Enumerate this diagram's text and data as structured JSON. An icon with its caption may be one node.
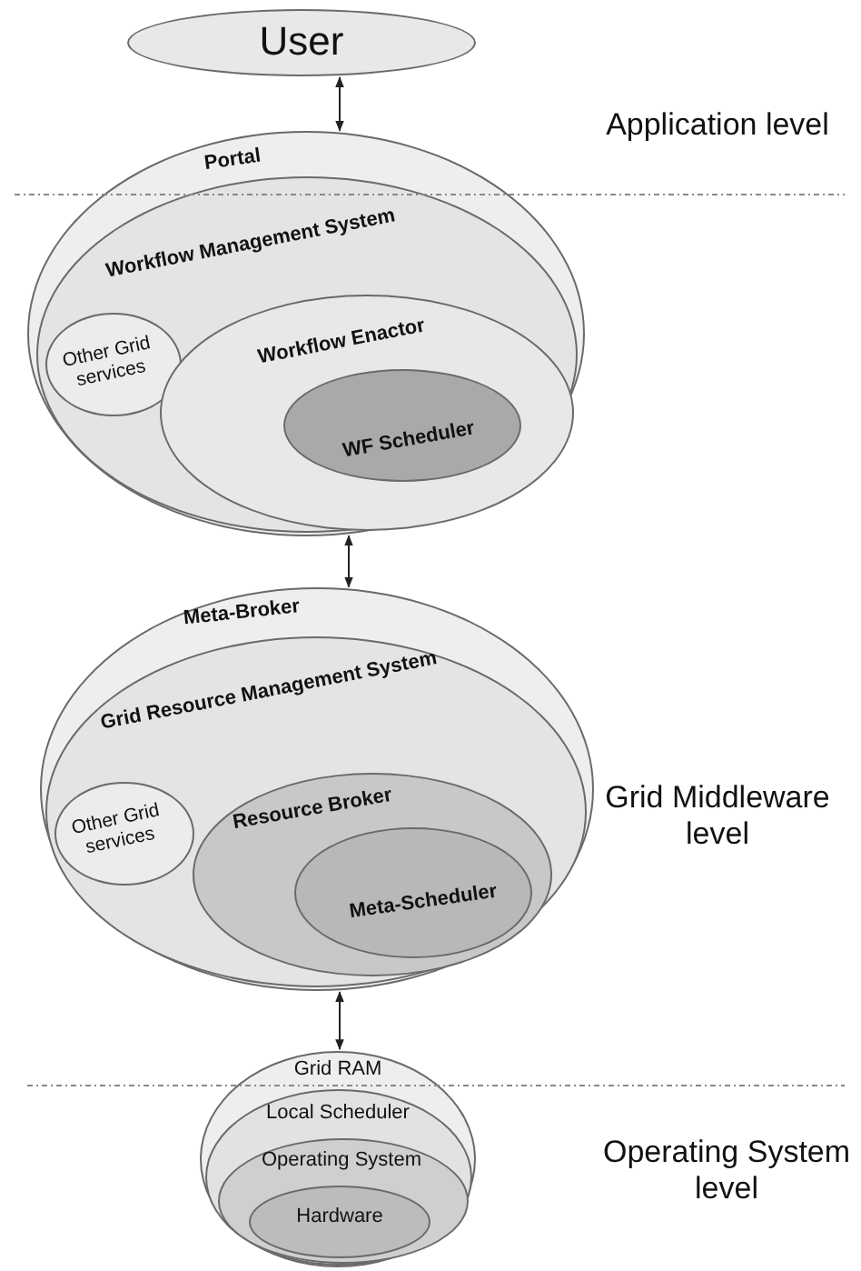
{
  "diagram": {
    "nodes": [
      {
        "text": [
          "User"
        ]
      },
      {
        "text": [
          "Portal"
        ]
      },
      {
        "text": [
          "Workflow Management System"
        ],
        "in": 1
      },
      {
        "text": [
          "Other Grid services"
        ],
        "in": 2
      },
      {
        "text": [
          "Workflow Enactor"
        ],
        "in": 2
      },
      {
        "text": [
          "WF Scheduler"
        ],
        "in": 4
      },
      {
        "text": [
          "Meta-Broker"
        ]
      },
      {
        "text": [
          "Grid Resource Management System"
        ],
        "in": 6
      },
      {
        "text": [
          "Other Grid services"
        ],
        "in": 7
      },
      {
        "text": [
          "Resource Broker"
        ],
        "in": 7
      },
      {
        "text": [
          "Meta-Scheduler"
        ],
        "in": 9
      },
      {
        "text": [
          "Grid RAM"
        ]
      },
      {
        "text": [
          "Local Scheduler"
        ],
        "in": 11
      },
      {
        "text": [
          "Operating System"
        ],
        "in": 12
      },
      {
        "text": [
          "Hardware"
        ],
        "in": 13
      }
    ],
    "edges": [
      {
        "from": 0,
        "to": 1,
        "arrow": "both"
      },
      {
        "from": 1,
        "to": 6,
        "arrow": "both"
      },
      {
        "from": 6,
        "to": 11,
        "arrow": "both"
      }
    ],
    "labels": [
      "Application level",
      "Grid Middleware level",
      "Operating System level"
    ]
  }
}
